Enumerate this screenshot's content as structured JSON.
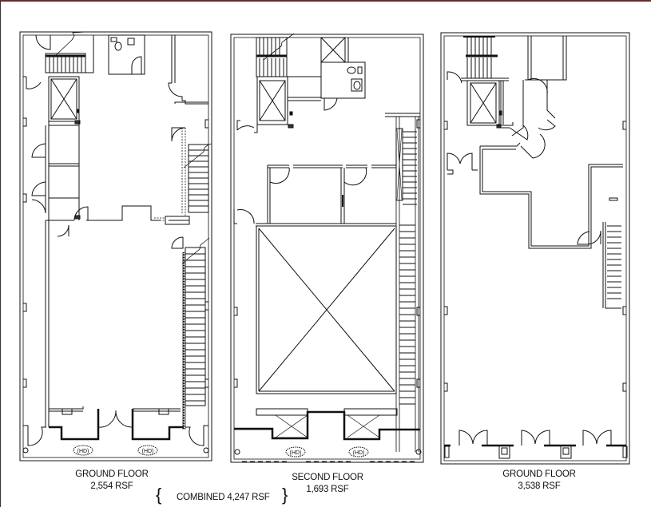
{
  "document": {
    "type": "floor plan sheet",
    "plans": [
      {
        "id": "plan-1",
        "floor_label": "GROUND FLOOR",
        "area_label": "2,554 RSF"
      },
      {
        "id": "plan-2",
        "floor_label": "SECOND FLOOR",
        "area_label": "1,693 RSF"
      },
      {
        "id": "plan-3",
        "floor_label": "GROUND FLOOR",
        "area_label": "3,538 RSF"
      }
    ],
    "combined": {
      "brace_open": "{",
      "label": "COMBINED 4,247 RSF",
      "brace_close": "}"
    }
  },
  "colors": {
    "line": "#111111",
    "wall_fill": "#ffffff",
    "top_border": "#6b2a2a"
  }
}
